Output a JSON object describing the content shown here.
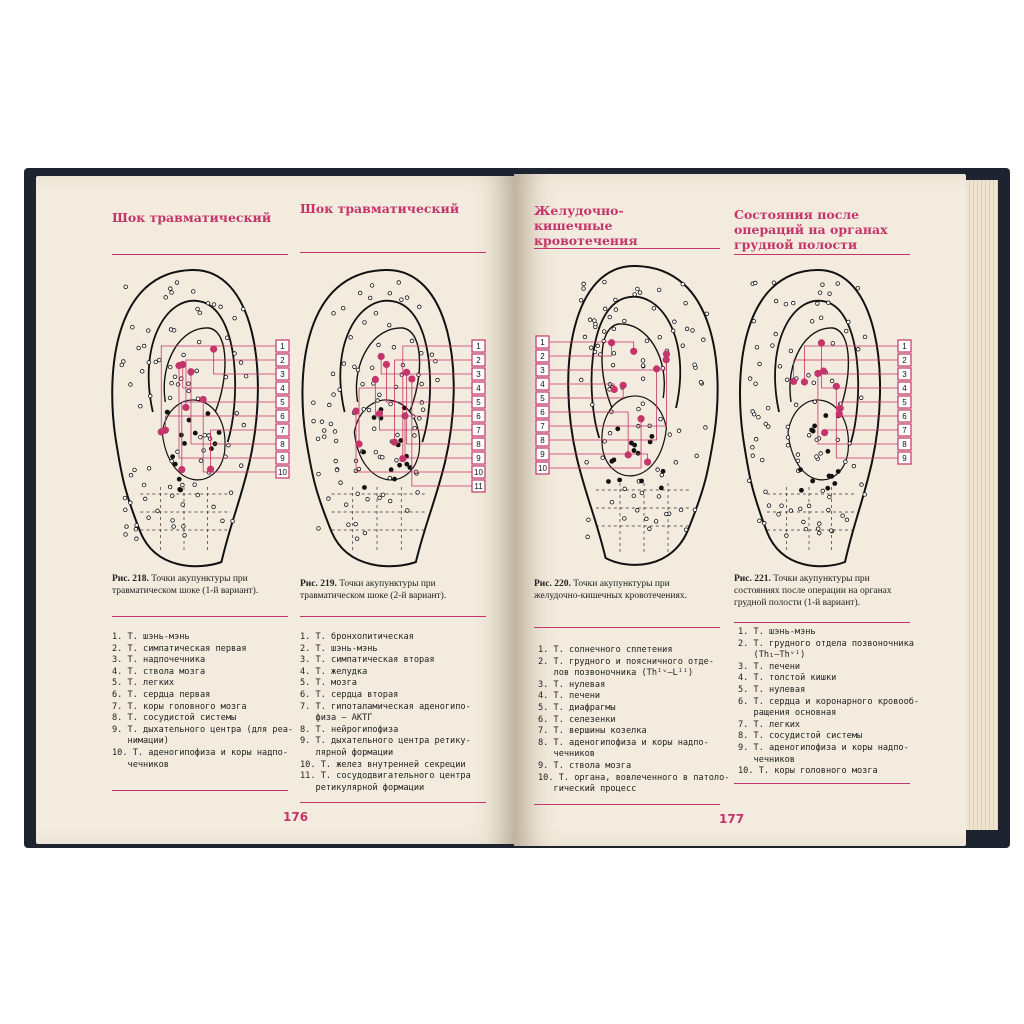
{
  "colors": {
    "accent": "#c4356b",
    "paper": "#f3ebdd",
    "cover": "#1d2430",
    "ink": "#222222"
  },
  "pages": {
    "left": {
      "page_number": "176"
    },
    "right": {
      "page_number": "177"
    }
  },
  "figures": [
    {
      "heading": "Шок травматический",
      "caption_prefix": "Рис. 218.",
      "caption_text": "Точки акупунктуры при травматическом шоке (1-й вариант).",
      "box_labels": [
        "1",
        "2",
        "3",
        "4",
        "5",
        "6",
        "7",
        "8",
        "9",
        "10"
      ],
      "items": [
        "1. Т. шэнь-мэнь",
        "2. Т. симпатическая первая",
        "3. Т. надпочечника",
        "4. Т. ствола мозга",
        "5. Т. легких",
        "6. Т. сердца первая",
        "7. Т. коры головного мозга",
        "8. Т. сосудистой системы",
        "9. Т. дыхательного центра (для реа-",
        "   нимации)",
        "10. Т. аденогипофиза и коры надпо-",
        "   чечников"
      ]
    },
    {
      "heading": "Шок травматический",
      "caption_prefix": "Рис. 219.",
      "caption_text": "Точки акупунктуры при травматическом шоке (2-й вариант).",
      "box_labels": [
        "1",
        "2",
        "3",
        "4",
        "5",
        "6",
        "7",
        "8",
        "9",
        "10",
        "11"
      ],
      "items": [
        "1. Т. бронхолитическая",
        "2. Т. шэнь-мэнь",
        "3. Т. симпатическая вторая",
        "4. Т. желудка",
        "5. Т. мозга",
        "6. Т. сердца вторая",
        "7. Т. гипоталамическая аденогипо-",
        "   физа — АКТГ",
        "8. Т. нейрогипофиза",
        "9. Т. дыхательного центра ретику-",
        "   лярной формации",
        "10. Т. желез внутренней секреции",
        "11. Т. сосудодвигательного центра",
        "   ретикулярной формации"
      ]
    },
    {
      "heading": "Желудочно-кишечные кровотечения",
      "caption_prefix": "Рис. 220.",
      "caption_text": "Точки акупунктуры при желудочно-кишечных кровотечениях.",
      "box_labels": [
        "1",
        "2",
        "3",
        "4",
        "5",
        "6",
        "7",
        "8",
        "9",
        "10"
      ],
      "items": [
        "1. Т. солнечного сплетения",
        "2. Т. грудного и поясничного отде-",
        "   лов позвоночника (Thᴵᵛ—Lᴵᴵ)",
        "3. Т. нулевая",
        "4. Т. печени",
        "5. Т. диафрагмы",
        "6. Т. селезенки",
        "7. Т. вершины козелка",
        "8. Т. аденогипофиза и коры надпо-",
        "   чечников",
        "9. Т. ствола мозга",
        "10. Т. органа, вовлеченного в патоло-",
        "   гический процесс"
      ]
    },
    {
      "heading": "Состояния после операций на органах грудной полости",
      "caption_prefix": "Рис. 221.",
      "caption_text": "Точки акупунктуры при состояниях после операции на органах грудной полости (1-й вариант).",
      "box_labels": [
        "1",
        "2",
        "3",
        "4",
        "5",
        "6",
        "7",
        "8",
        "9"
      ],
      "items": [
        "1. Т. шэнь-мэнь",
        "2. Т. грудного отдела позвоночника",
        "   (Th₁—Thᵛᴵ)",
        "3. Т. печени",
        "4. Т. толстой кишки",
        "5. Т. нулевая",
        "6. Т. сердца и коронарного кровооб-",
        "   ращения основная",
        "7. Т. легких",
        "8. Т. сосудистой системы",
        "9. Т. аденогипофиза и коры надпо-",
        "   чечников",
        "10. Т. коры головного мозга"
      ]
    }
  ]
}
